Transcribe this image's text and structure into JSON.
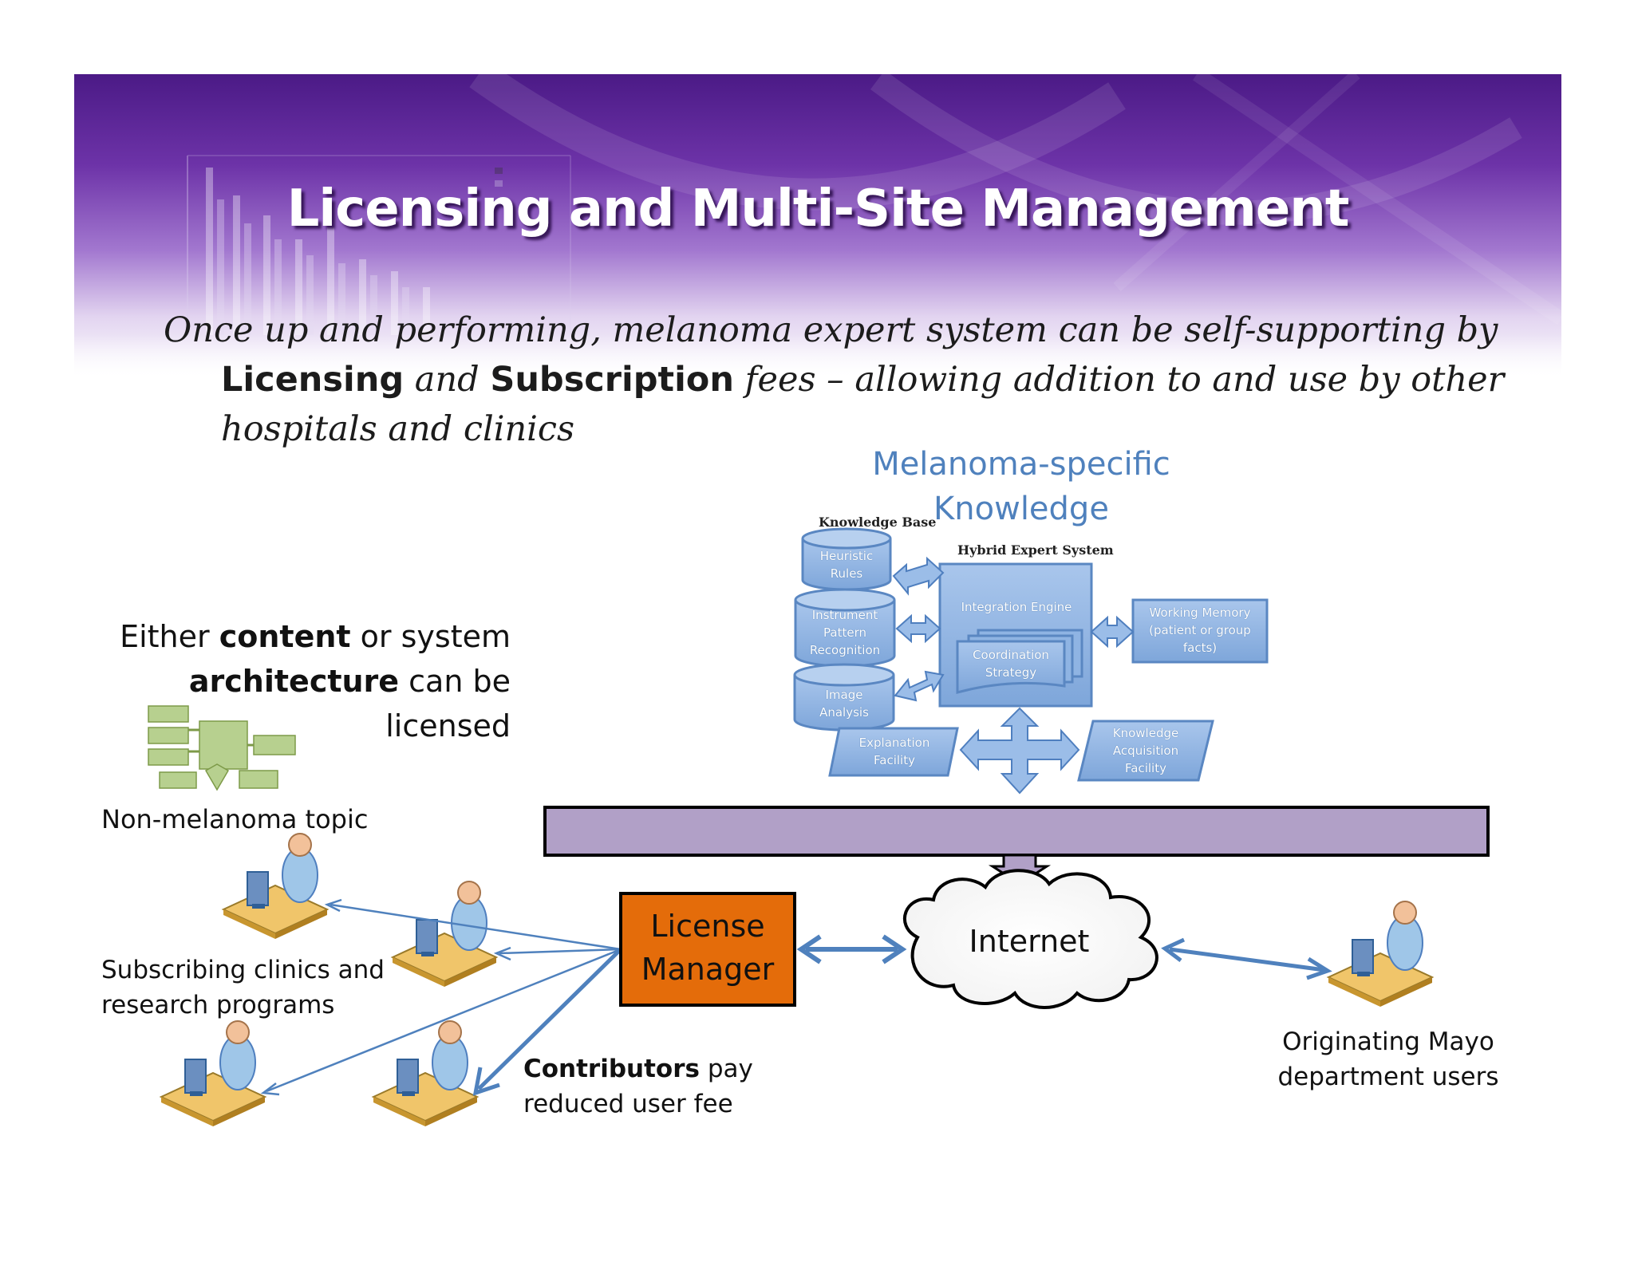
{
  "title": "Licensing and Multi-Site Management",
  "intro": {
    "line1": "Once up and performing, melanoma expert system can be self-supporting by",
    "licensing": "Licensing",
    "and": " and ",
    "subscription": "Subscription",
    "rest2": " fees – allowing addition to and use by other",
    "line3": "hospitals and clinics"
  },
  "knowledge_heading": {
    "line1": "Melanoma-specific",
    "line2": "Knowledge"
  },
  "expert_system": {
    "knowledge_base_label": "Knowledge Base",
    "hybrid_label": "Hybrid Expert System",
    "heuristic": [
      "Heuristic",
      "Rules"
    ],
    "instrument": [
      "Instrument",
      "Pattern",
      "Recognition"
    ],
    "image": [
      "Image",
      "Analysis"
    ],
    "integration": "Integration Engine",
    "coordination": [
      "Coordination",
      "Strategy"
    ],
    "working_memory": [
      "Working Memory",
      "(patient or group",
      "facts)"
    ],
    "explanation": [
      "Explanation",
      "Facility"
    ],
    "acquisition": [
      "Knowledge",
      "Acquisition",
      "Facility"
    ]
  },
  "licensing_note": {
    "either": "Either ",
    "content": "content",
    "or_system": " or system",
    "architecture": "architecture",
    "can_be": " can be",
    "licensed": "licensed"
  },
  "non_melanoma_label": "Non-melanoma topic",
  "subscribing_label": {
    "line1": "Subscribing clinics and",
    "line2": "research programs"
  },
  "contributors": {
    "bold": "Contributors",
    "rest": " pay",
    "line2": "reduced user fee"
  },
  "license_manager": {
    "line1": "License",
    "line2": "Manager"
  },
  "internet_label": "Internet",
  "originating": {
    "line1": "Originating Mayo",
    "line2": "department users"
  },
  "colors": {
    "header_purple": "#6a2fa3",
    "knowledge_blue": "#4f81bd",
    "box_blue": "#8fb4e3",
    "license_orange": "#e46c0a",
    "bar_lavender": "#b1a0c7",
    "mini_green": "#9bbb59"
  }
}
